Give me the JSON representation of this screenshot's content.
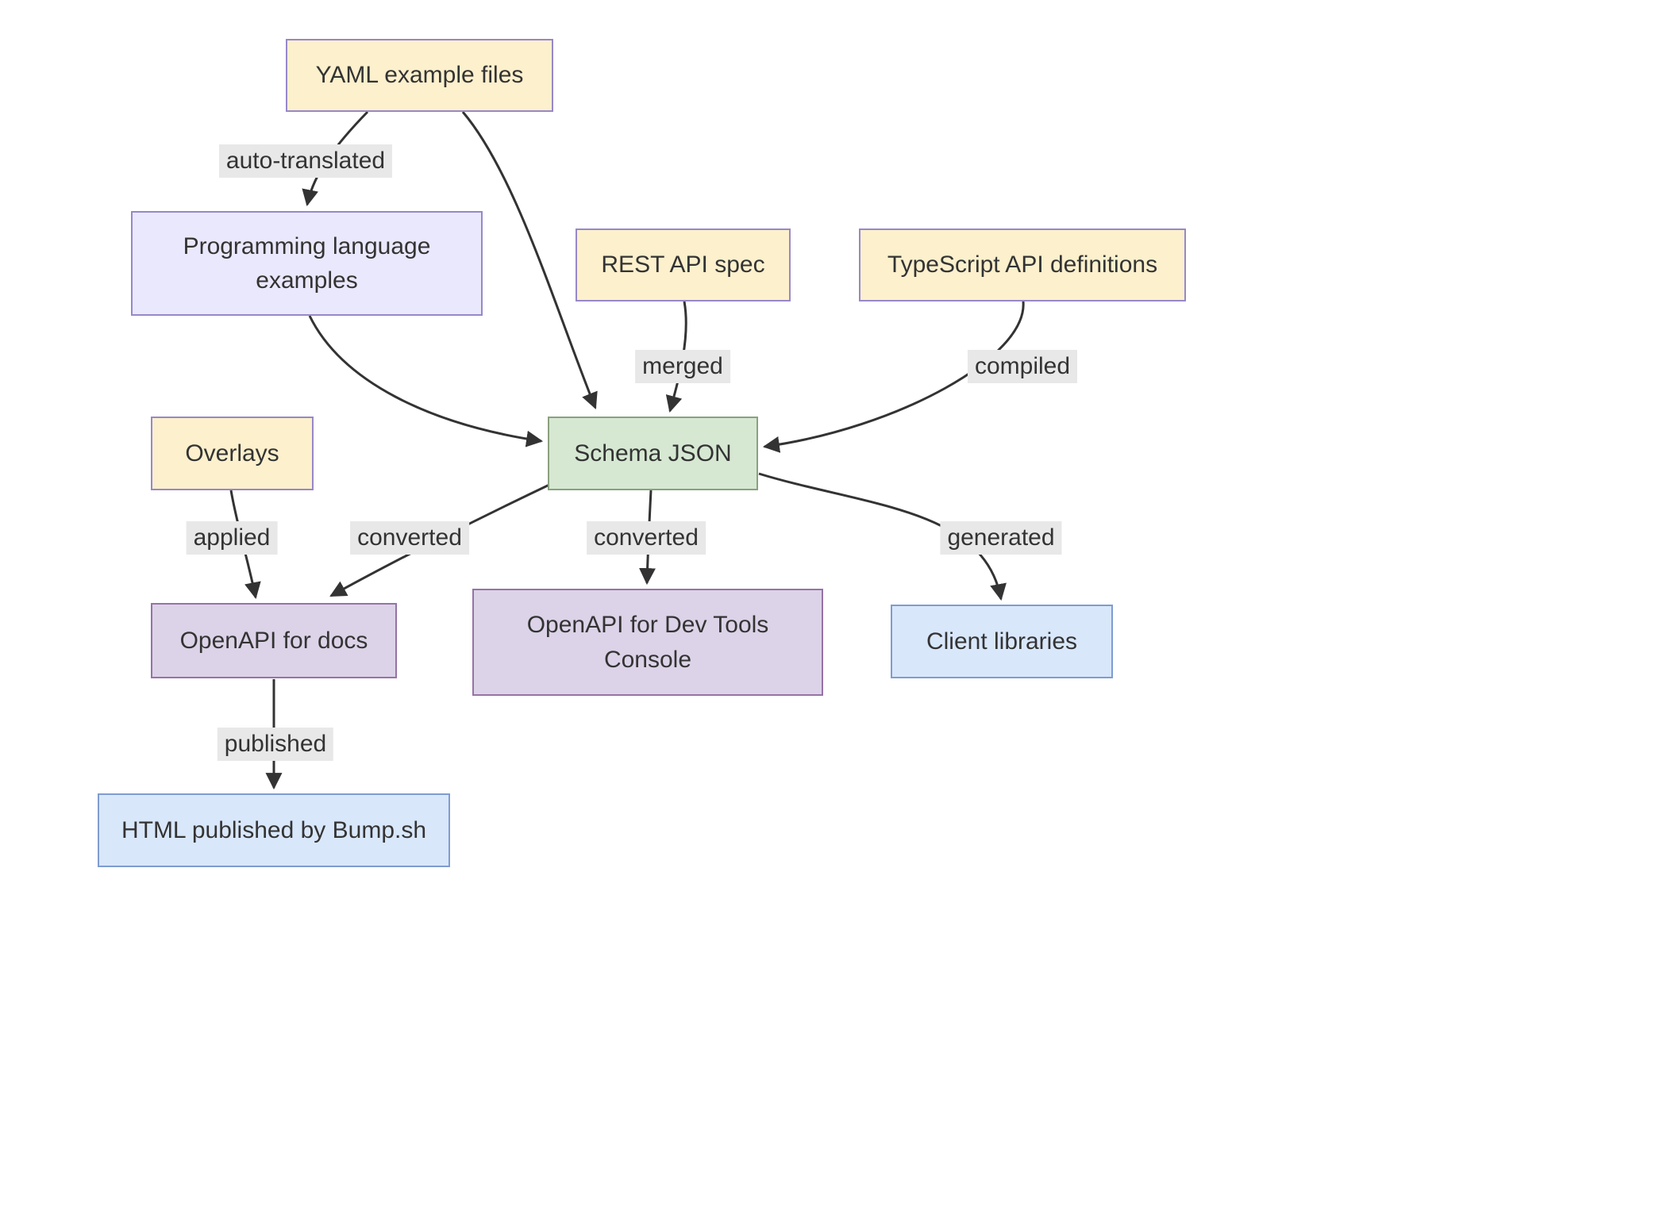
{
  "diagram": {
    "type": "flowchart",
    "nodes": [
      {
        "id": "yaml-example-files",
        "label": "YAML example files",
        "color": "#fcf0cd"
      },
      {
        "id": "programming-language-examples",
        "label": "Programming language examples",
        "color": "#eae8fc"
      },
      {
        "id": "rest-api-spec",
        "label": "REST API spec",
        "color": "#fcf0cd"
      },
      {
        "id": "typescript-api-definitions",
        "label": "TypeScript API definitions",
        "color": "#fcf0cd"
      },
      {
        "id": "overlays",
        "label": "Overlays",
        "color": "#fcf0cd"
      },
      {
        "id": "schema-json",
        "label": "Schema JSON",
        "color": "#d6e8d2"
      },
      {
        "id": "openapi-for-docs",
        "label": "OpenAPI for docs",
        "color": "#dcd3e8"
      },
      {
        "id": "openapi-dev-tools-console",
        "label": "OpenAPI for Dev Tools Console",
        "color": "#dcd3e8"
      },
      {
        "id": "client-libraries",
        "label": "Client libraries",
        "color": "#d9e7fb"
      },
      {
        "id": "html-published-by-bumpsh",
        "label": "HTML published by Bump.sh",
        "color": "#d9e7fb"
      }
    ],
    "edges": [
      {
        "from": "YAML example files",
        "to": "Programming language examples",
        "label": "auto-translated"
      },
      {
        "from": "YAML example files",
        "to": "Schema JSON",
        "label": ""
      },
      {
        "from": "Programming language examples",
        "to": "Schema JSON",
        "label": ""
      },
      {
        "from": "REST API spec",
        "to": "Schema JSON",
        "label": "merged"
      },
      {
        "from": "TypeScript API definitions",
        "to": "Schema JSON",
        "label": "compiled"
      },
      {
        "from": "Overlays",
        "to": "OpenAPI for docs",
        "label": "applied"
      },
      {
        "from": "Schema JSON",
        "to": "OpenAPI for docs",
        "label": "converted"
      },
      {
        "from": "Schema JSON",
        "to": "OpenAPI for Dev Tools Console",
        "label": "converted"
      },
      {
        "from": "Schema JSON",
        "to": "Client libraries",
        "label": "generated"
      },
      {
        "from": "OpenAPI for docs",
        "to": "HTML published by Bump.sh",
        "label": "published"
      }
    ],
    "colors": {
      "edge_stroke": "#333333",
      "edge_label_bg": "#e8e8e8",
      "text": "#333333",
      "warm_fill": "#fcf0cd",
      "lavender_fill": "#eae8fc",
      "green_fill": "#d6e8d2",
      "purple_fill": "#dcd3e8",
      "blue_fill": "#d9e7fb"
    }
  }
}
